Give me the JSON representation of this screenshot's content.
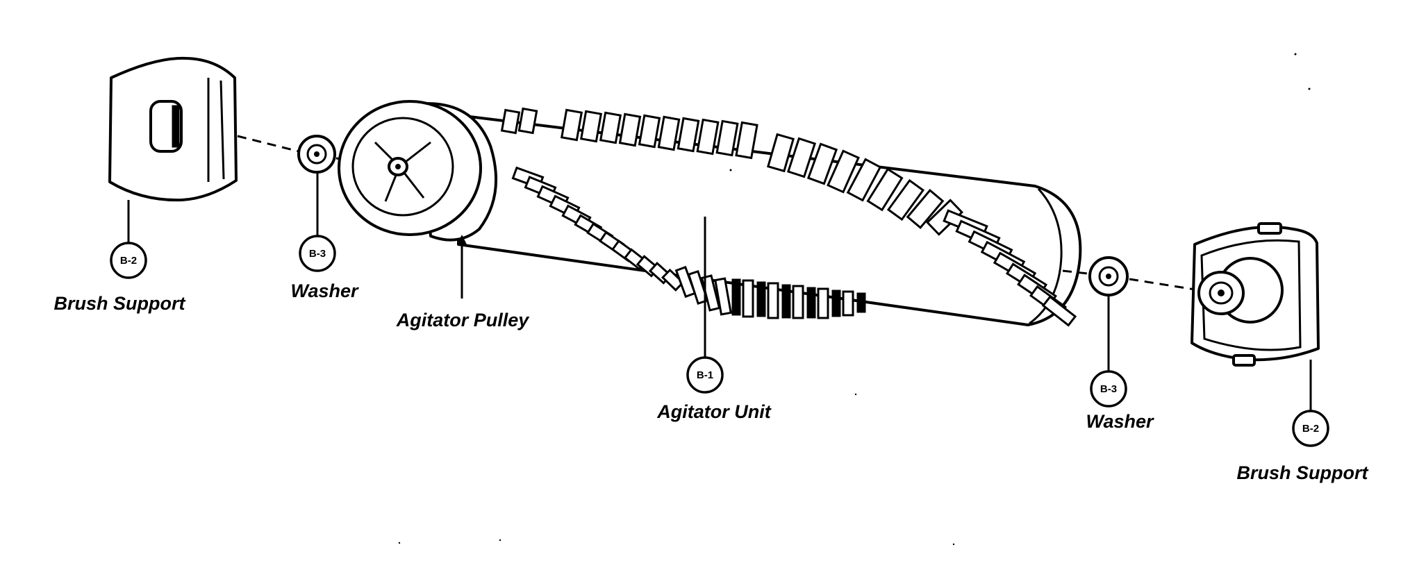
{
  "diagram": {
    "parts": [
      {
        "id": "b2-left",
        "tag": "B-2",
        "label": "Brush Support"
      },
      {
        "id": "b3-left",
        "tag": "B-3",
        "label": "Washer"
      },
      {
        "id": "pulley",
        "tag": "",
        "label": "Agitator Pulley"
      },
      {
        "id": "b1",
        "tag": "B-1",
        "label": "Agitator Unit"
      },
      {
        "id": "b3-right",
        "tag": "B-3",
        "label": "Washer"
      },
      {
        "id": "b2-right",
        "tag": "B-2",
        "label": "Brush Support"
      }
    ],
    "colors": {
      "ink": "#000000",
      "paper": "#ffffff"
    }
  }
}
